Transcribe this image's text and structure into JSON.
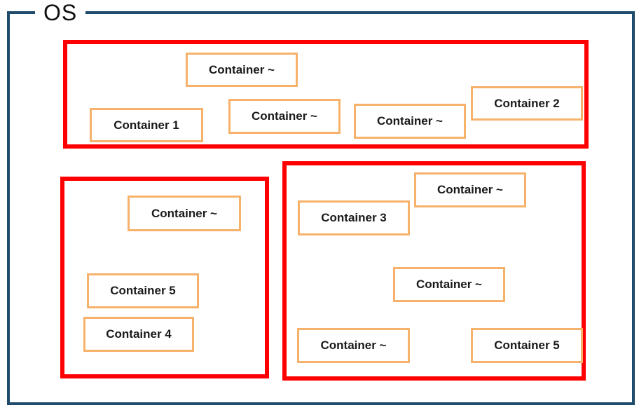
{
  "os": {
    "label": "OS"
  },
  "colors": {
    "outer-border": "#1f4b6c",
    "group-border": "#ff0000",
    "container-border": "#f6b26b",
    "text": "#1a1a1a",
    "background": "#ffffff"
  },
  "groups": [
    {
      "name": "top-group",
      "containers": [
        {
          "label": "Container ~"
        },
        {
          "label": "Container 1"
        },
        {
          "label": "Container ~"
        },
        {
          "label": "Container ~"
        },
        {
          "label": "Container 2"
        }
      ]
    },
    {
      "name": "bottom-left-group",
      "containers": [
        {
          "label": "Container ~"
        },
        {
          "label": "Container 5"
        },
        {
          "label": "Container 4"
        }
      ]
    },
    {
      "name": "bottom-right-group",
      "containers": [
        {
          "label": "Container ~"
        },
        {
          "label": "Container 3"
        },
        {
          "label": "Container ~"
        },
        {
          "label": "Container ~"
        },
        {
          "label": "Container 5"
        }
      ]
    }
  ]
}
